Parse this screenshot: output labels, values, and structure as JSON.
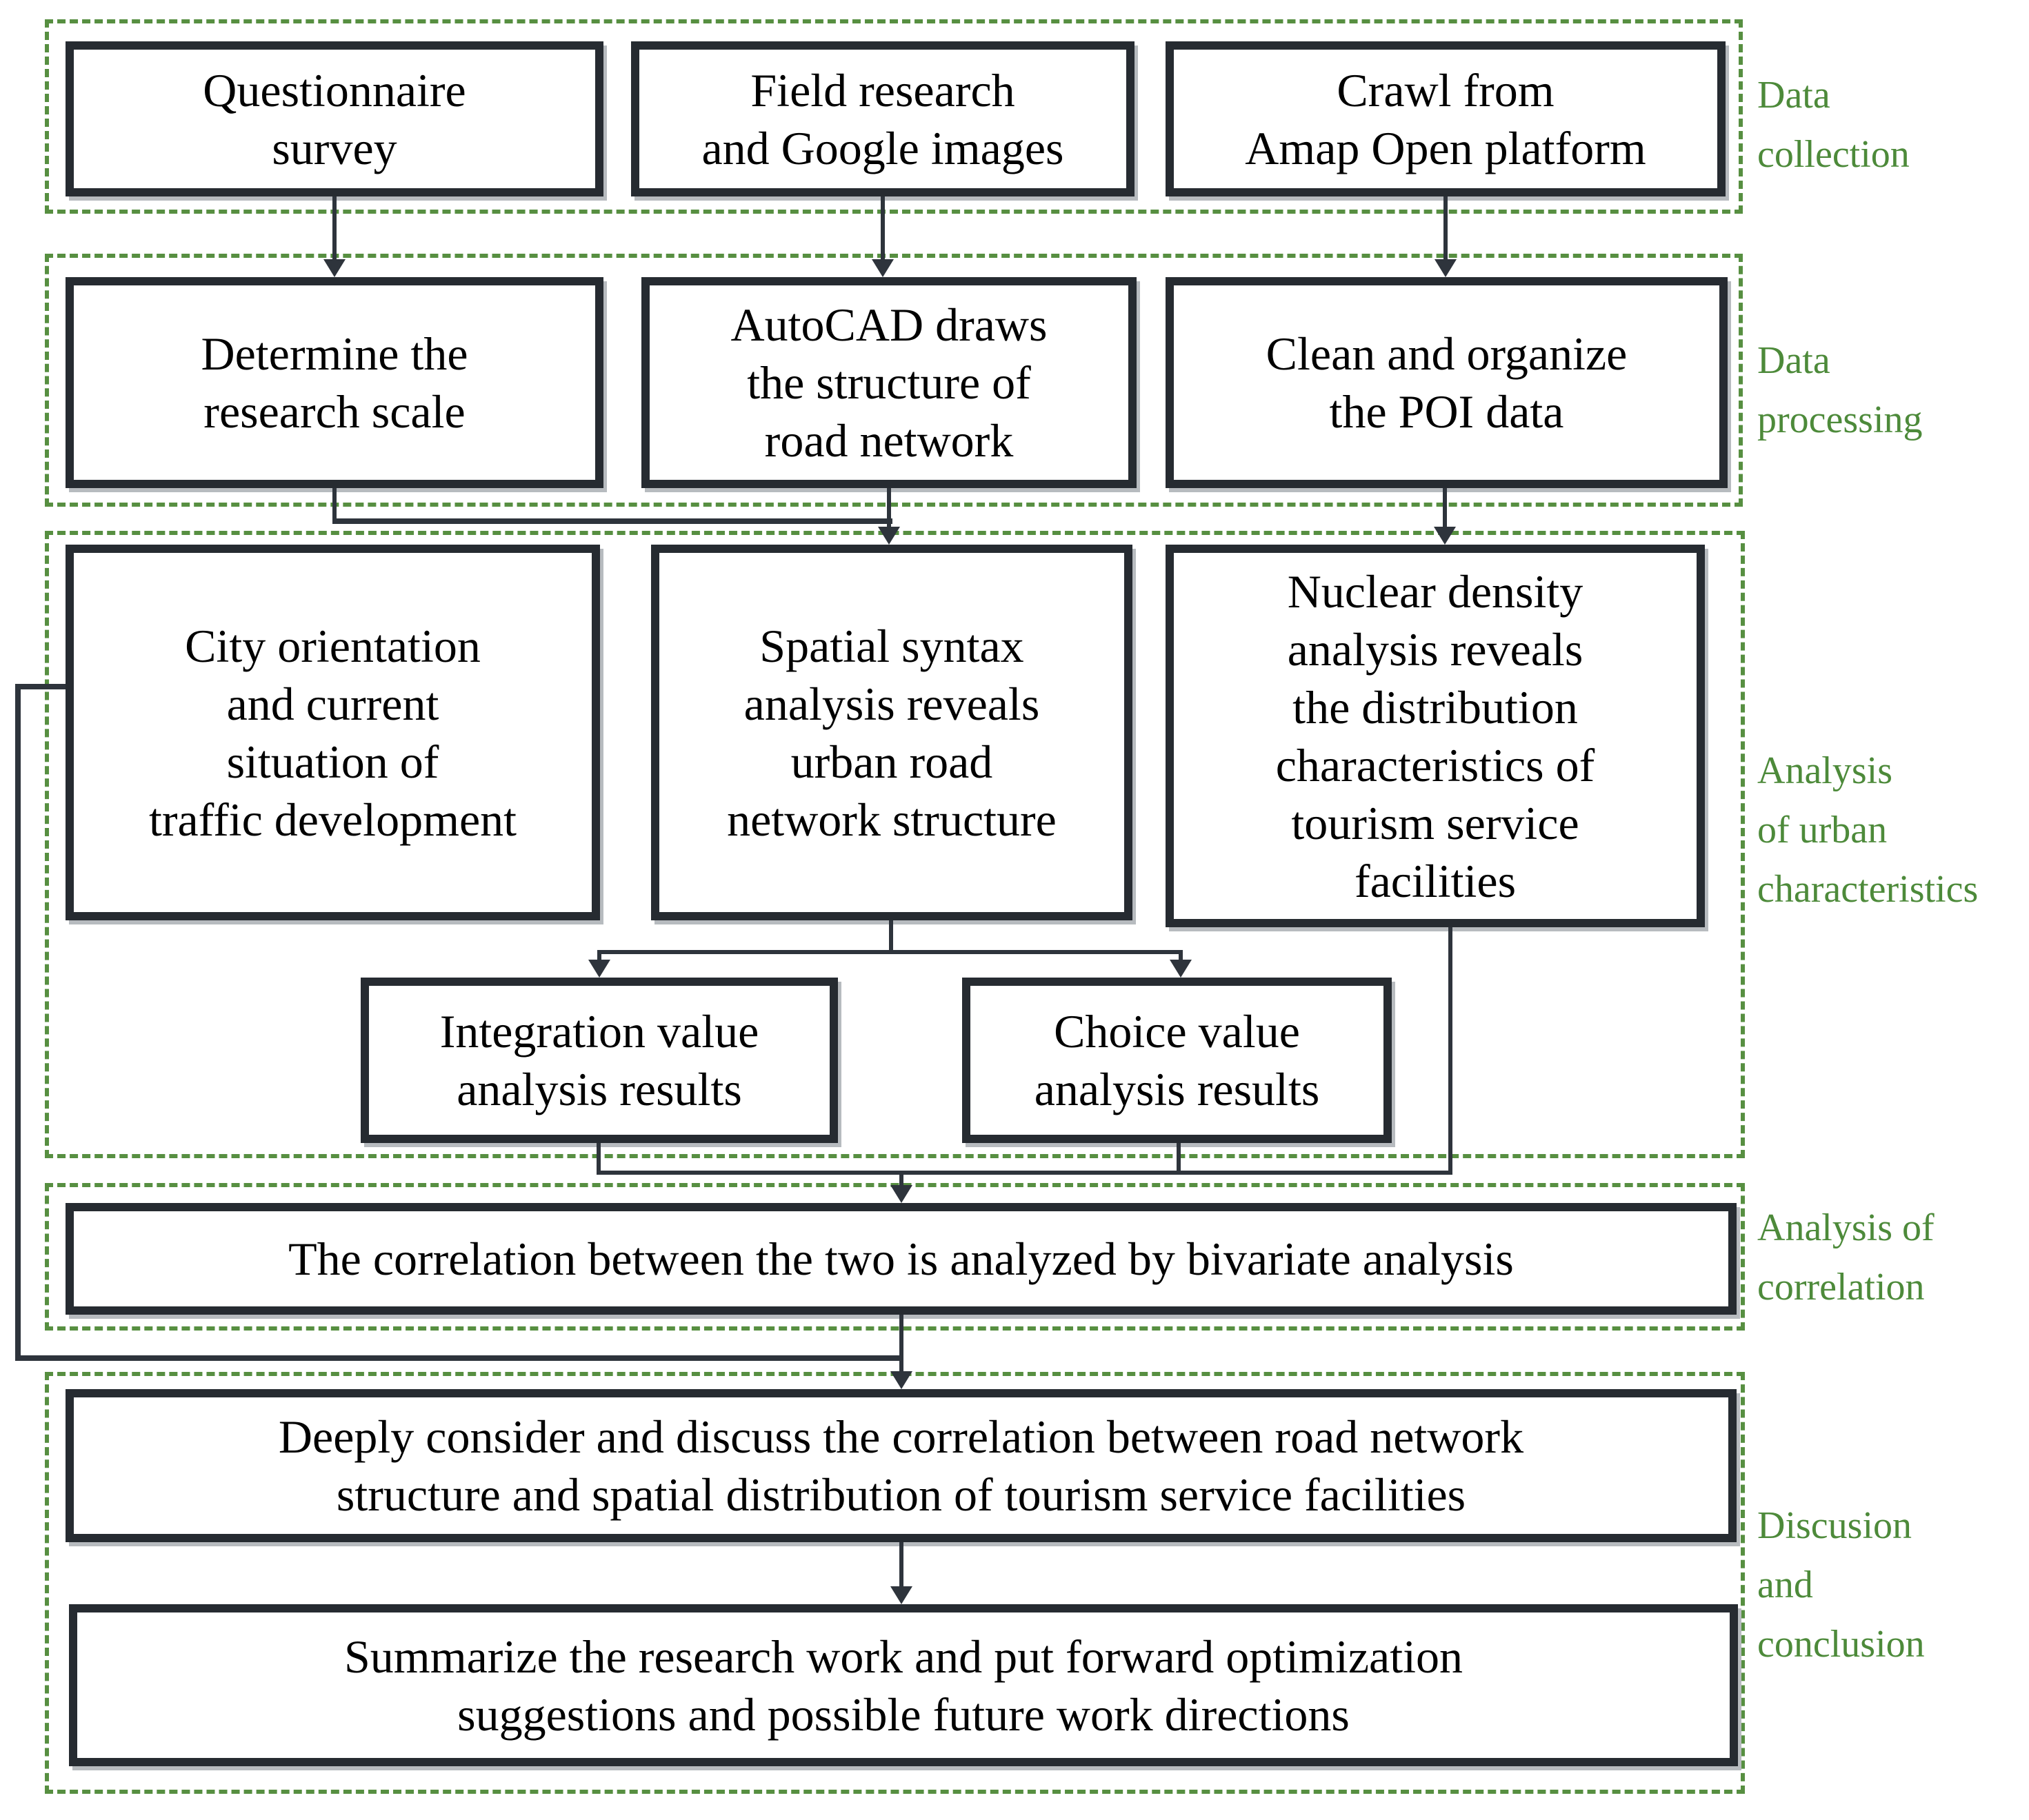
{
  "sections": [
    {
      "id": "data-collection",
      "label_lines": [
        "Data",
        "collection"
      ]
    },
    {
      "id": "data-processing",
      "label_lines": [
        "Data",
        "processing"
      ]
    },
    {
      "id": "urban-characteristics",
      "label_lines": [
        "Analysis",
        "of urban",
        "characteristics"
      ]
    },
    {
      "id": "analysis-of-correlation",
      "label_lines": [
        "Analysis of",
        "correlation"
      ]
    },
    {
      "id": "discussion-conclusion",
      "label_lines": [
        "Discusion",
        "and",
        "conclusion"
      ]
    }
  ],
  "nodes": {
    "questionnaire": {
      "lines": [
        "Questionnaire",
        "survey"
      ]
    },
    "field_research": {
      "lines": [
        "Field research",
        "and Google images"
      ]
    },
    "crawl": {
      "lines": [
        "Crawl from",
        "Amap Open platform"
      ]
    },
    "determine": {
      "lines": [
        "Determine the",
        "research scale"
      ]
    },
    "autocad": {
      "lines": [
        "AutoCAD draws",
        "the structure of",
        "road network"
      ]
    },
    "clean_poi": {
      "lines": [
        "Clean and organize",
        "the POI data"
      ]
    },
    "city": {
      "lines": [
        "City orientation",
        "and current",
        "situation of",
        "traffic development"
      ]
    },
    "spatial": {
      "lines": [
        "Spatial syntax",
        "analysis reveals",
        "urban road",
        "network structure"
      ]
    },
    "nuclear": {
      "lines": [
        "Nuclear density",
        "analysis reveals",
        "the distribution",
        "characteristics of",
        "tourism service",
        "facilities"
      ]
    },
    "integration": {
      "lines": [
        "Integration value",
        "analysis results"
      ]
    },
    "choice": {
      "lines": [
        "Choice value",
        "analysis results"
      ]
    },
    "correlation": {
      "lines": [
        "The correlation between the two is analyzed by bivariate analysis"
      ]
    },
    "deeply": {
      "lines": [
        "Deeply consider and discuss the correlation between road network",
        "structure and spatial distribution of tourism service facilities"
      ]
    },
    "summarize": {
      "lines": [
        "Summarize the research work and put forward optimization",
        "suggestions and possible future work directions"
      ]
    }
  },
  "colors": {
    "section_green": "#578f41",
    "label_green": "#4d8a3a",
    "box_border": "#262b31",
    "connector": "#2e343c",
    "background": "#ffffff"
  }
}
